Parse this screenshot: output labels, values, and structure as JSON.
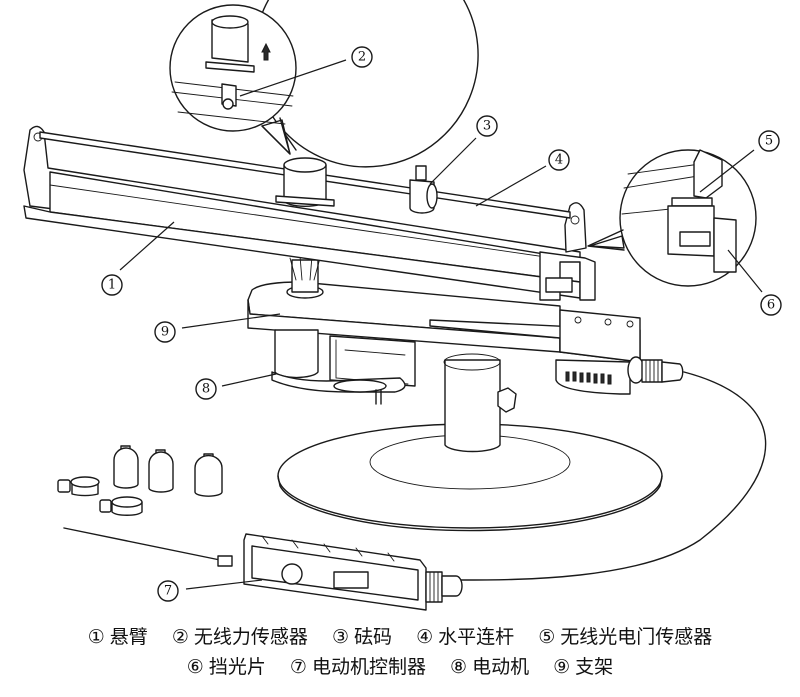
{
  "diagram": {
    "subject": "Rotating arm apparatus with wireless force sensor and photogate",
    "callouts": [
      {
        "id": 1,
        "symbol": "①",
        "label": "悬臂"
      },
      {
        "id": 2,
        "symbol": "②",
        "label": "无线力传感器"
      },
      {
        "id": 3,
        "symbol": "③",
        "label": "砝码"
      },
      {
        "id": 4,
        "symbol": "④",
        "label": "水平连杆"
      },
      {
        "id": 5,
        "symbol": "⑤",
        "label": "无线光电门传感器"
      },
      {
        "id": 6,
        "symbol": "⑥",
        "label": "挡光片"
      },
      {
        "id": 7,
        "symbol": "⑦",
        "label": "电动机控制器"
      },
      {
        "id": 8,
        "symbol": "⑧",
        "label": "电动机"
      },
      {
        "id": 9,
        "symbol": "⑨",
        "label": "支架"
      }
    ],
    "detail_views": [
      {
        "name": "force-sensor-detail",
        "shows": "②",
        "note": "sensor lifted (up arrow)"
      },
      {
        "name": "photogate-detail",
        "shows": "⑤ ⑥"
      }
    ],
    "loose_parts": "spare weights (砝码)"
  },
  "legend": {
    "rows": [
      [
        {
          "symbol": "①",
          "label": "悬臂"
        },
        {
          "symbol": "②",
          "label": "无线力传感器"
        },
        {
          "symbol": "③",
          "label": "砝码"
        },
        {
          "symbol": "④",
          "label": "水平连杆"
        },
        {
          "symbol": "⑤",
          "label": "无线光电门传感器"
        }
      ],
      [
        {
          "symbol": "⑥",
          "label": "挡光片"
        },
        {
          "symbol": "⑦",
          "label": "电动机控制器"
        },
        {
          "symbol": "⑧",
          "label": "电动机"
        },
        {
          "symbol": "⑨",
          "label": "支架"
        }
      ]
    ]
  }
}
